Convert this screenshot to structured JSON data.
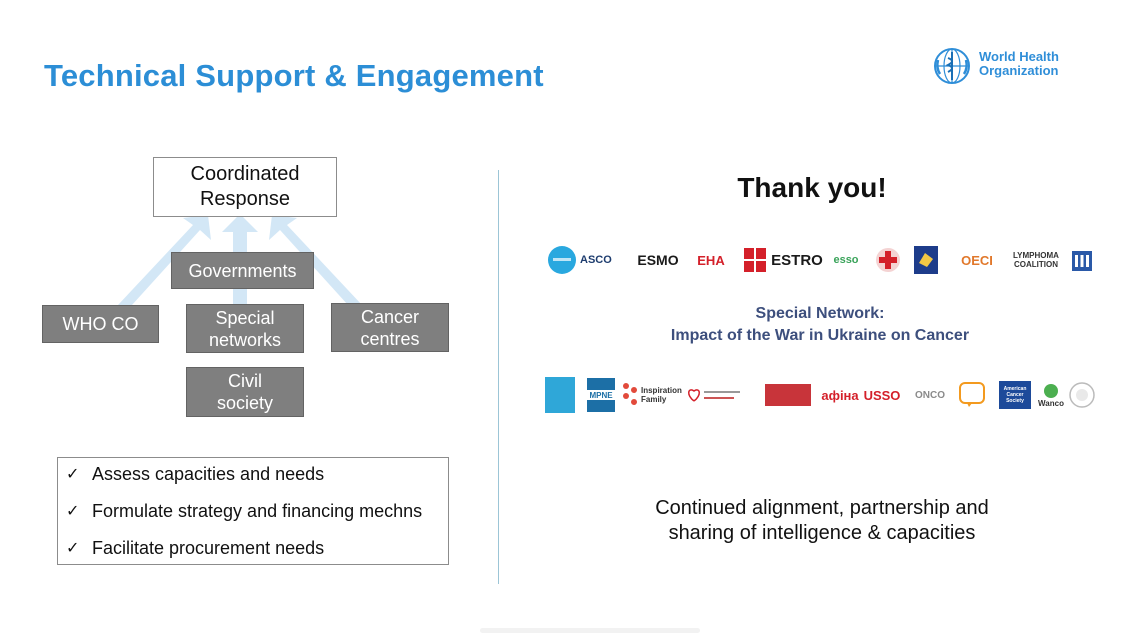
{
  "header": {
    "title": "Technical Support & Engagement",
    "org_line1": "World Health",
    "org_line2": "Organization"
  },
  "diagram": {
    "top_box": [
      "Coordinated",
      "Response"
    ],
    "governments": "Governments",
    "who_co": "WHO CO",
    "special_networks": [
      "Special",
      "networks"
    ],
    "cancer_centres": [
      "Cancer",
      "centres"
    ],
    "civil_society": [
      "Civil",
      "society"
    ]
  },
  "checklist": {
    "tick": "✓",
    "items": [
      "Assess capacities and needs",
      "Formulate strategy and financing mechns",
      "Facilitate procurement needs"
    ]
  },
  "right_panel": {
    "thank_you": "Thank you!",
    "network_line1": "Special Network:",
    "network_line2": "Impact of the War in Ukraine on Cancer",
    "continued_line1": "Continued alignment, partnership and",
    "continued_line2": "sharing of intelligence & capacities"
  },
  "partner_logos_row1": {
    "asco": "ASCO",
    "esmo": "ESMO",
    "eha": "EHA",
    "estro": "ESTRO",
    "esso": "esso",
    "oeci": "OECI",
    "lymphoma_1": "LYMPHOMA",
    "lymphoma_2": "COALITION"
  },
  "partner_logos_row2": {
    "mpne": "MPNE",
    "inspiration_1": "Inspiration",
    "inspiration_2": "Family",
    "afina": "афіна",
    "usso": "USSO",
    "onco": "ONCO",
    "acs_1": "American",
    "acs_2": "Cancer",
    "acs_3": "Society",
    "wanco": "Wanco"
  },
  "colors": {
    "title_blue": "#2c8ed6",
    "box_gray": "#7f7f7f",
    "arrow_blue": "#d3e7f6",
    "network_navy": "#3d4f7d"
  }
}
